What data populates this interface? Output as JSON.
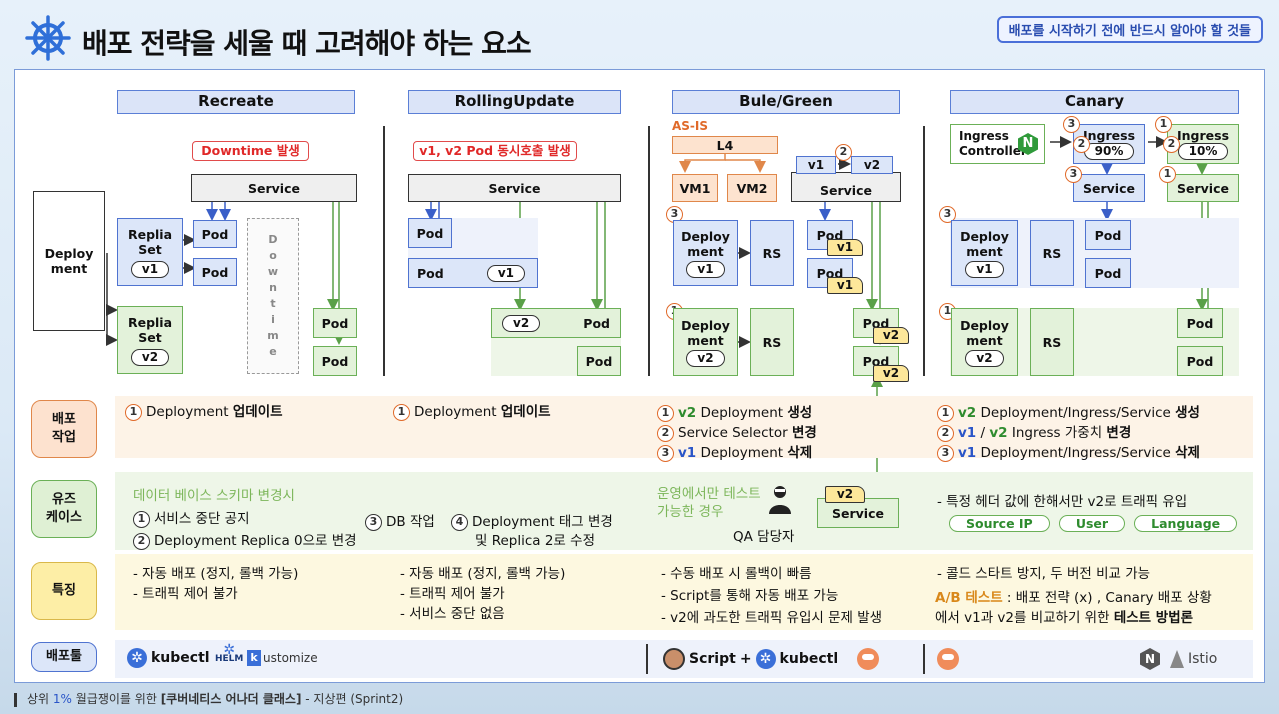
{
  "header": {
    "title": "배포 전략을 세울 때 고려해야 하는 요소",
    "subtitle": "배포를 시작하기 전에 반드시 알아야 할 것들"
  },
  "columns": {
    "recreate": "Recreate",
    "rolling": "RollingUpdate",
    "bluegreen": "Bule/Green",
    "canary": "Canary"
  },
  "diagram": {
    "deployment": "Deploy ment",
    "replica_set": "Replia Set",
    "v1": "v1",
    "v2": "v2",
    "pod": "Pod",
    "service": "Service",
    "downtime_label": "Downtime 발생",
    "downtime_vertical": "Downtime",
    "rolling_label": "v1, v2 Pod 동시호출 발생",
    "asis": "AS-IS",
    "l4": "L4",
    "vm1": "VM1",
    "vm2": "VM2",
    "rs": "RS",
    "deployment_short": "Deploy ment",
    "ingress_controller": "Ingress Controller",
    "ingress": "Ingress",
    "pct90": "90%",
    "pct10": "10%",
    "n1": "1",
    "n2": "2",
    "n3": "3",
    "n4": "4"
  },
  "rows": {
    "deploy_work": "배포\n작업",
    "usecase": "유즈\n케이스",
    "features": "특징",
    "tools": "배포툴"
  },
  "work": {
    "recreate": {
      "text": "Deployment",
      "bold": "업데이트"
    },
    "rolling": {
      "text": "Deployment",
      "bold": "업데이트"
    },
    "bg": [
      {
        "pre": "v2",
        "text": " Deployment ",
        "bold": "생성"
      },
      {
        "pre": "",
        "text": "Service Selector ",
        "bold": "변경"
      },
      {
        "pre": "v1",
        "text": " Deployment ",
        "bold": "삭제"
      }
    ],
    "canary": [
      {
        "pre": "v2",
        "text": " Deployment/Ingress/Service ",
        "bold": "생성"
      },
      {
        "pre": "v1",
        "mid": " / ",
        "pre2": "v2",
        "text": " Ingress 가중치 ",
        "bold": "변경"
      },
      {
        "pre": "v1",
        "text": " Deployment/Ingress/Service ",
        "bold": "삭제"
      }
    ]
  },
  "usecase": {
    "recreate_title": "데이터 베이스 스키마 변경시",
    "recreate_1": "서비스 중단 공지",
    "recreate_2": "Deployment Replica 0으로 변경",
    "recreate_3": "DB 작업",
    "recreate_4a": "Deployment 태그 변경",
    "recreate_4b": "및 Replica 2로 수정",
    "bg_text1": "운영에서만 테스트",
    "bg_text2": "가능한 경우",
    "bg_qa": "QA 담당자",
    "canary_text": "- 특정 헤더 값에 한해서만 v2로 트래픽 유입",
    "canary_pills": [
      "Source IP",
      "User",
      "Language"
    ]
  },
  "features": {
    "recreate": [
      "- 자동 배포 (정지, 롤백 가능)",
      "- 트래픽 제어 불가"
    ],
    "rolling": [
      "- 자동 배포 (정지, 롤백 가능)",
      "- 트래픽 제어 불가",
      "- 서비스 중단 없음"
    ],
    "bg": [
      "- 수동 배포 시 롤백이 빠름",
      "- Script를 통해 자동 배포 가능",
      "- v2에 과도한 트래픽 유입시 문제 발생"
    ],
    "canary_1": "- 콜드 스타트 방지, 두 버전 비교 가능",
    "canary_ab": "A/B 테스트",
    "canary_2": " : 배포 전략 (x) , Canary 배포 상황",
    "canary_3": "에서 v1과 v2를 비교하기 위한 ",
    "canary_3b": "테스트 방법론"
  },
  "tools": {
    "kubectl": "kubectl",
    "helm": "HELM",
    "kustomize": "ustomize",
    "script": "Script",
    "plus": "+",
    "istio": "Istio"
  },
  "footer": {
    "pre": "상위 ",
    "pct": "1%",
    "mid": " 월급쟁이를 위한 ",
    "bold": "[쿠버네티스 어나더 클래스]",
    "post": " - 지상편 (Sprint2)"
  },
  "colors": {
    "accent_blue": "#4f73d0",
    "accent_green": "#6bb057",
    "accent_orange": "#e06a2a",
    "accent_red": "#e02828"
  }
}
